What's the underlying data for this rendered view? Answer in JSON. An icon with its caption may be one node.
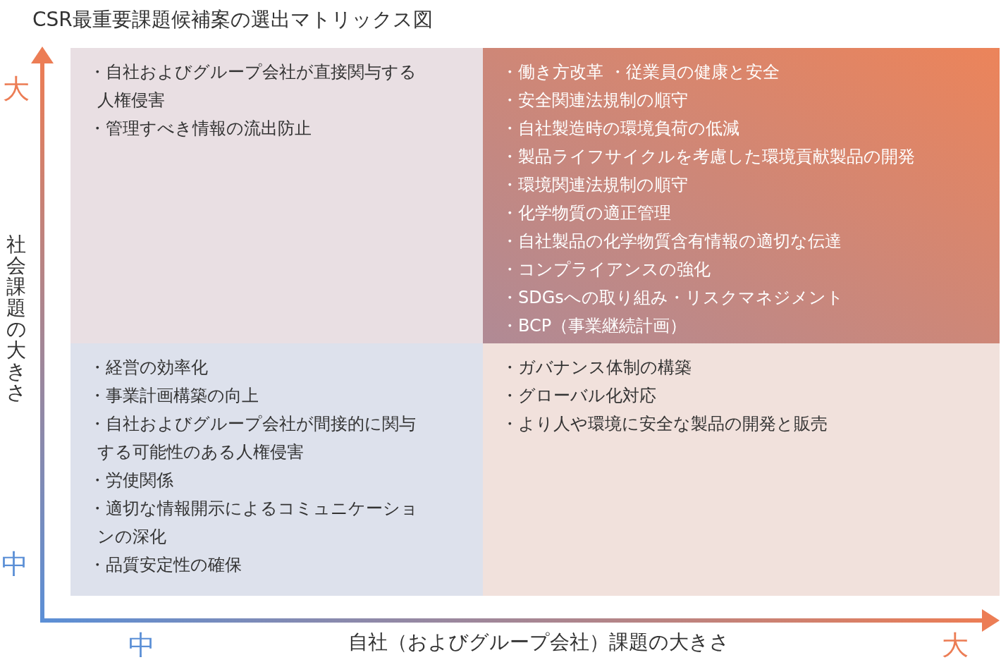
{
  "diagram": {
    "title": "CSR最重要課題候補案の選出マトリックス図",
    "nodes": [
      {
        "text": [
          "・自社およびグループ会社が直接関与する人権侵害",
          "・管理すべき情報の流出防止"
        ]
      },
      {
        "text": [
          "・働き方改革 ・従業員の健康と安全",
          "・安全関連法規制の順守",
          "・自社製造時の環境負荷の低減",
          "・製品ライフサイクルを考慮した環境貢献製品の開発",
          "・環境関連法規制の順守",
          "・化学物質の適正管理",
          "・自社製品の化学物質含有情報の適切な伝達",
          "・コンプライアンスの強化",
          "・SDGsへの取り組み・リスクマネジメント",
          "・BCP（事業継続計画）"
        ]
      },
      {
        "text": [
          "・経営の効率化",
          "・事業計画構築の向上",
          "・自社およびグループ会社が間接的に関与する可能性のある人権侵害",
          "・労使関係",
          "・適切な情報開示によるコミュニケーションの深化",
          "・品質安定性の確保"
        ]
      },
      {
        "text": [
          "・ガバナンス体制の構築",
          "・グローバル化対応",
          "・より人や環境に安全な製品の開発と販売"
        ]
      }
    ],
    "labels": [
      "大",
      "社会課題の大きさ",
      "中",
      "中",
      "自社（およびグループ会社）課題の大きさ",
      "大"
    ]
  }
}
